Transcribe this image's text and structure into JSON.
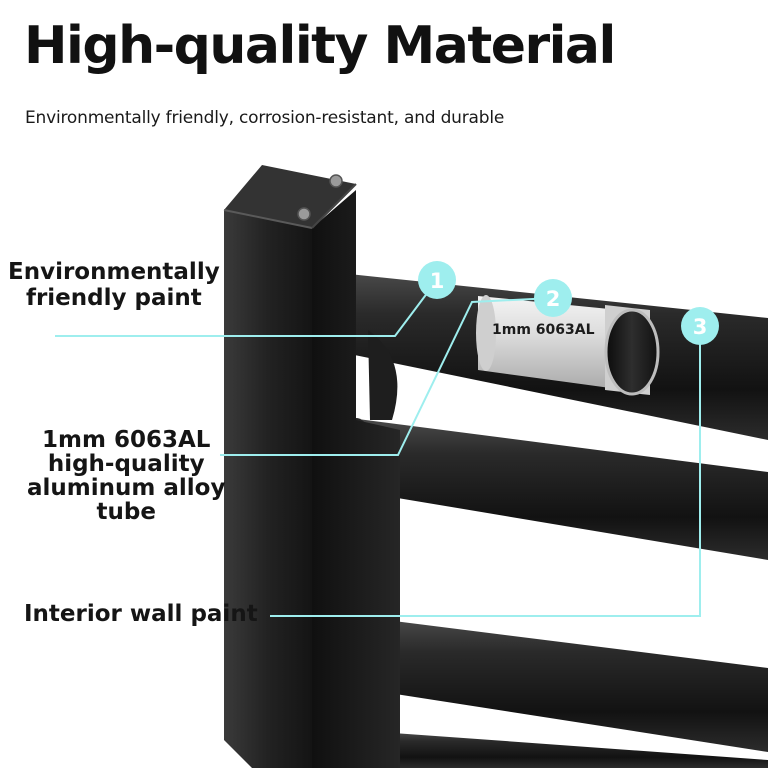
{
  "header": {
    "title": "High-quality Material",
    "subtitle": "Environmentally friendly, corrosion-resistant, and durable"
  },
  "callouts": [
    {
      "number": "1",
      "lines": [
        "Environmentally",
        "friendly paint"
      ]
    },
    {
      "number": "2",
      "lines": [
        "1mm 6063AL",
        "high-quality",
        "aluminum alloy",
        "tube"
      ]
    },
    {
      "number": "3",
      "lines": [
        "Interior wall paint"
      ]
    }
  ],
  "tube_label": "1mm 6063AL",
  "colors": {
    "accent": "#9eeeee",
    "frame": "#1b1b1b",
    "aluminum": "#d8d8d8"
  }
}
